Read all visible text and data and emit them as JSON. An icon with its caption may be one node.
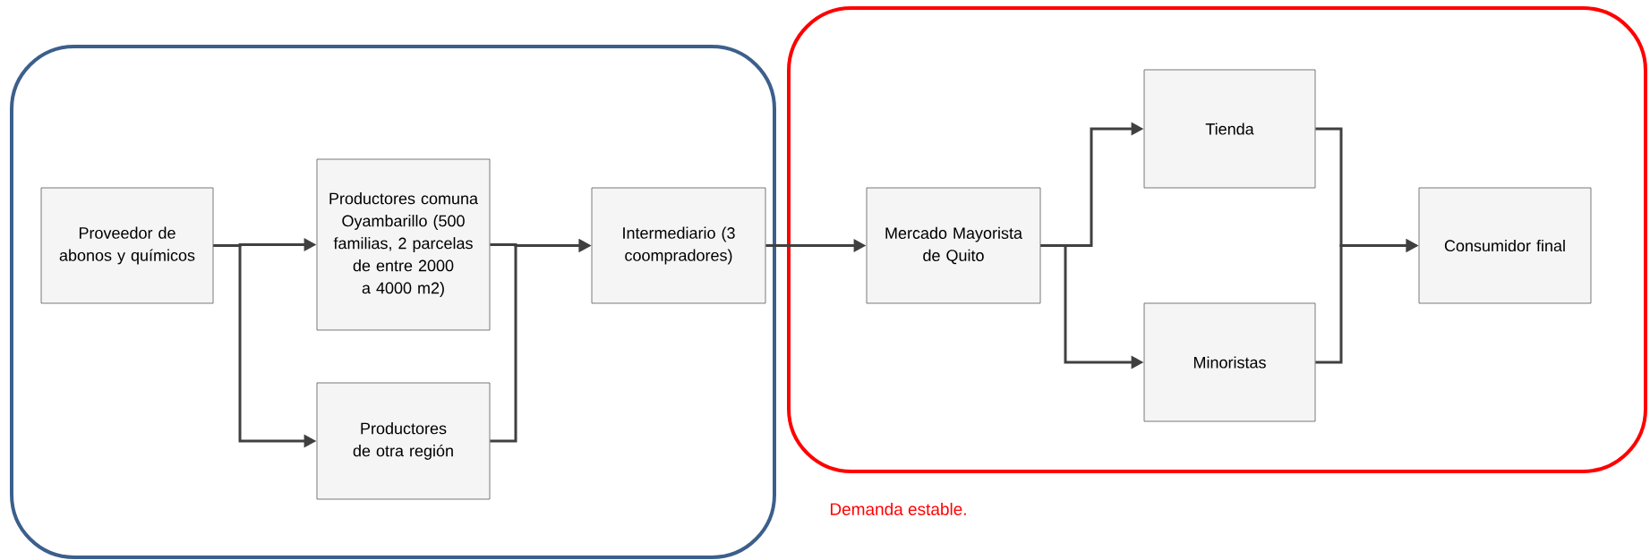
{
  "diagram": {
    "nodes": [
      {
        "text": [],
        "shape": "box"
      },
      {
        "text": [
          "Proveedor de abonos y químicos"
        ],
        "in": 0
      },
      {
        "text": [
          "Productores comuna Oyambarillo (500 familias, 2 parcelas de entre 2000 a 4000 m2)"
        ],
        "in": 0
      },
      {
        "text": [
          "Productores de otra región"
        ],
        "in": 0
      },
      {
        "text": [
          "Intermediario (3 coompradores)"
        ],
        "in": 0
      },
      {
        "text": [],
        "shape": "box",
        "beside": [
          "Demanda estable."
        ]
      },
      {
        "text": [
          "Mercado Mayorista de Quito"
        ],
        "in": 5
      },
      {
        "text": [
          "Tienda"
        ],
        "in": 5
      },
      {
        "text": [
          "Minoristas"
        ],
        "in": 5
      },
      {
        "text": [
          "Consumidor final"
        ],
        "in": 5
      }
    ],
    "edges": [
      {
        "from": 1,
        "to": 2,
        "arrow": "to"
      },
      {
        "from": 1,
        "to": 3,
        "arrow": "to"
      },
      {
        "from": 2,
        "to": 4,
        "arrow": "to"
      },
      {
        "from": 3,
        "to": 4,
        "arrow": "to"
      },
      {
        "from": 4,
        "to": 6,
        "arrow": "to"
      },
      {
        "from": 6,
        "to": 7,
        "arrow": "to"
      },
      {
        "from": 6,
        "to": 8,
        "arrow": "to"
      },
      {
        "from": 7,
        "to": 9,
        "arrow": "to"
      },
      {
        "from": 8,
        "to": 9,
        "arrow": "to"
      }
    ]
  }
}
